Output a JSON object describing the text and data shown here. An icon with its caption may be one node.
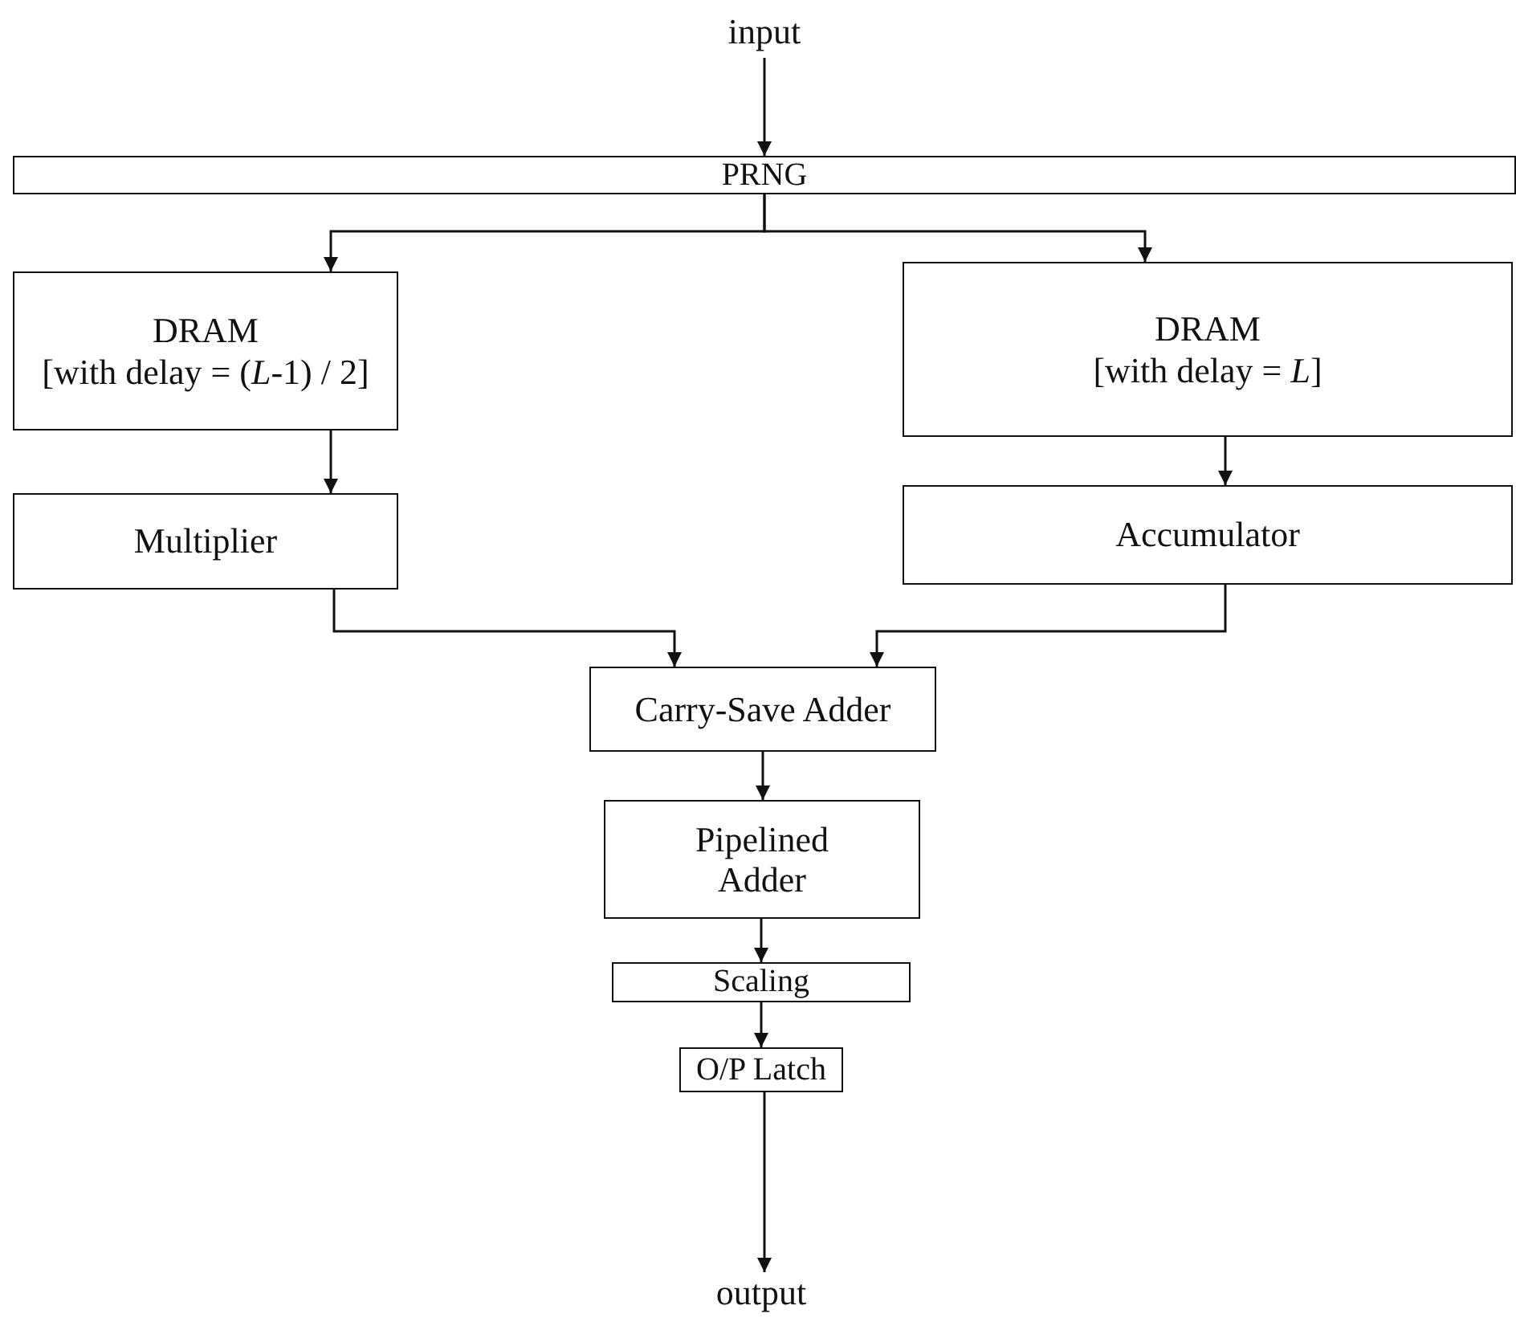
{
  "diagram": {
    "nodes": [
      {
        "text": [
          "input"
        ]
      },
      {
        "text": [
          "PRNG"
        ]
      },
      {
        "text": [
          "DRAM",
          "[with delay = (*L*-1) / 2]"
        ]
      },
      {
        "text": [
          "DRAM",
          "[with delay = *L*]"
        ]
      },
      {
        "text": [
          "Multiplier"
        ]
      },
      {
        "text": [
          "Accumulator"
        ]
      },
      {
        "text": [
          "Carry-Save Adder"
        ]
      },
      {
        "text": [
          "Pipelined Adder"
        ]
      },
      {
        "text": [
          "Scaling"
        ]
      },
      {
        "text": [
          "O/P Latch"
        ]
      },
      {
        "text": [
          "output"
        ]
      }
    ],
    "edges": [
      {
        "from": 0,
        "to": 1,
        "arrow": "to"
      },
      {
        "from": 1,
        "to": 2,
        "arrow": "to"
      },
      {
        "from": 1,
        "to": 3,
        "arrow": "to"
      },
      {
        "from": 2,
        "to": 4,
        "arrow": "to"
      },
      {
        "from": 3,
        "to": 5,
        "arrow": "to"
      },
      {
        "from": 4,
        "to": 6,
        "arrow": "to"
      },
      {
        "from": 5,
        "to": 6,
        "arrow": "to"
      },
      {
        "from": 6,
        "to": 7,
        "arrow": "to"
      },
      {
        "from": 7,
        "to": 8,
        "arrow": "to"
      },
      {
        "from": 8,
        "to": 9,
        "arrow": "to"
      },
      {
        "from": 9,
        "to": 10,
        "arrow": "to"
      }
    ]
  }
}
